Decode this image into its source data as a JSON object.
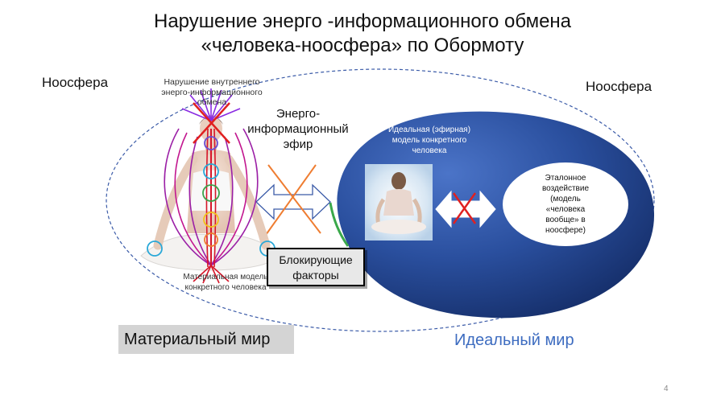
{
  "title": {
    "line1": "Нарушение энерго -информационного обмена",
    "line2": "«человека-ноосфера» по Обормоту"
  },
  "labels": {
    "noosphere_left": "Ноосфера",
    "noosphere_right": "Ноосфера",
    "violation_line1": "Нарушение внутреннего",
    "violation_line2": "энерго-информационного",
    "violation_line3": "обмена",
    "ether_line1": "Энерго-",
    "ether_line2": "информационный",
    "ether_line3": "эфир",
    "ideal_model_line1": "Идеальная (эфирная)",
    "ideal_model_line2": "модель конкретного",
    "ideal_model_line3": "человека",
    "etalon_line1": "Эталонное",
    "etalon_line2": "воздействие",
    "etalon_line3": "(модель",
    "etalon_line4": "«человека",
    "etalon_line5": "вообще» в",
    "etalon_line6": "ноосфере)",
    "blocking_line1": "Блокирующие",
    "blocking_line2": "факторы",
    "material_model_line1": "Материальная модель",
    "material_model_line2": "конкретного человека",
    "material_world": "Материальный мир",
    "ideal_world": "Идеальный мир",
    "page_number": "4"
  },
  "colors": {
    "ideal_sphere": "#2a4f9e",
    "cross_red": "#e02020",
    "cross_orange": "#ef7d31",
    "energy_purple": "#9b1fa6",
    "ideal_world_text": "#3d6cc0",
    "outer_ellipse": "#3b5ba8"
  }
}
